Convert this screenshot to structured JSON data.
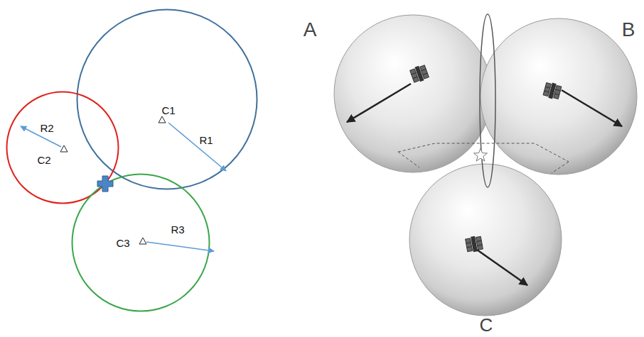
{
  "diagram": {
    "nodes": [
      {
        "text": [
          "C1",
          "R1"
        ]
      },
      {
        "text": [
          "R2",
          "C2"
        ]
      },
      {
        "text": [
          "C3",
          "R3"
        ]
      },
      {
        "text": [
          "A"
        ]
      },
      {
        "text": [
          "B"
        ]
      },
      {
        "text": [
          "C"
        ]
      }
    ]
  }
}
